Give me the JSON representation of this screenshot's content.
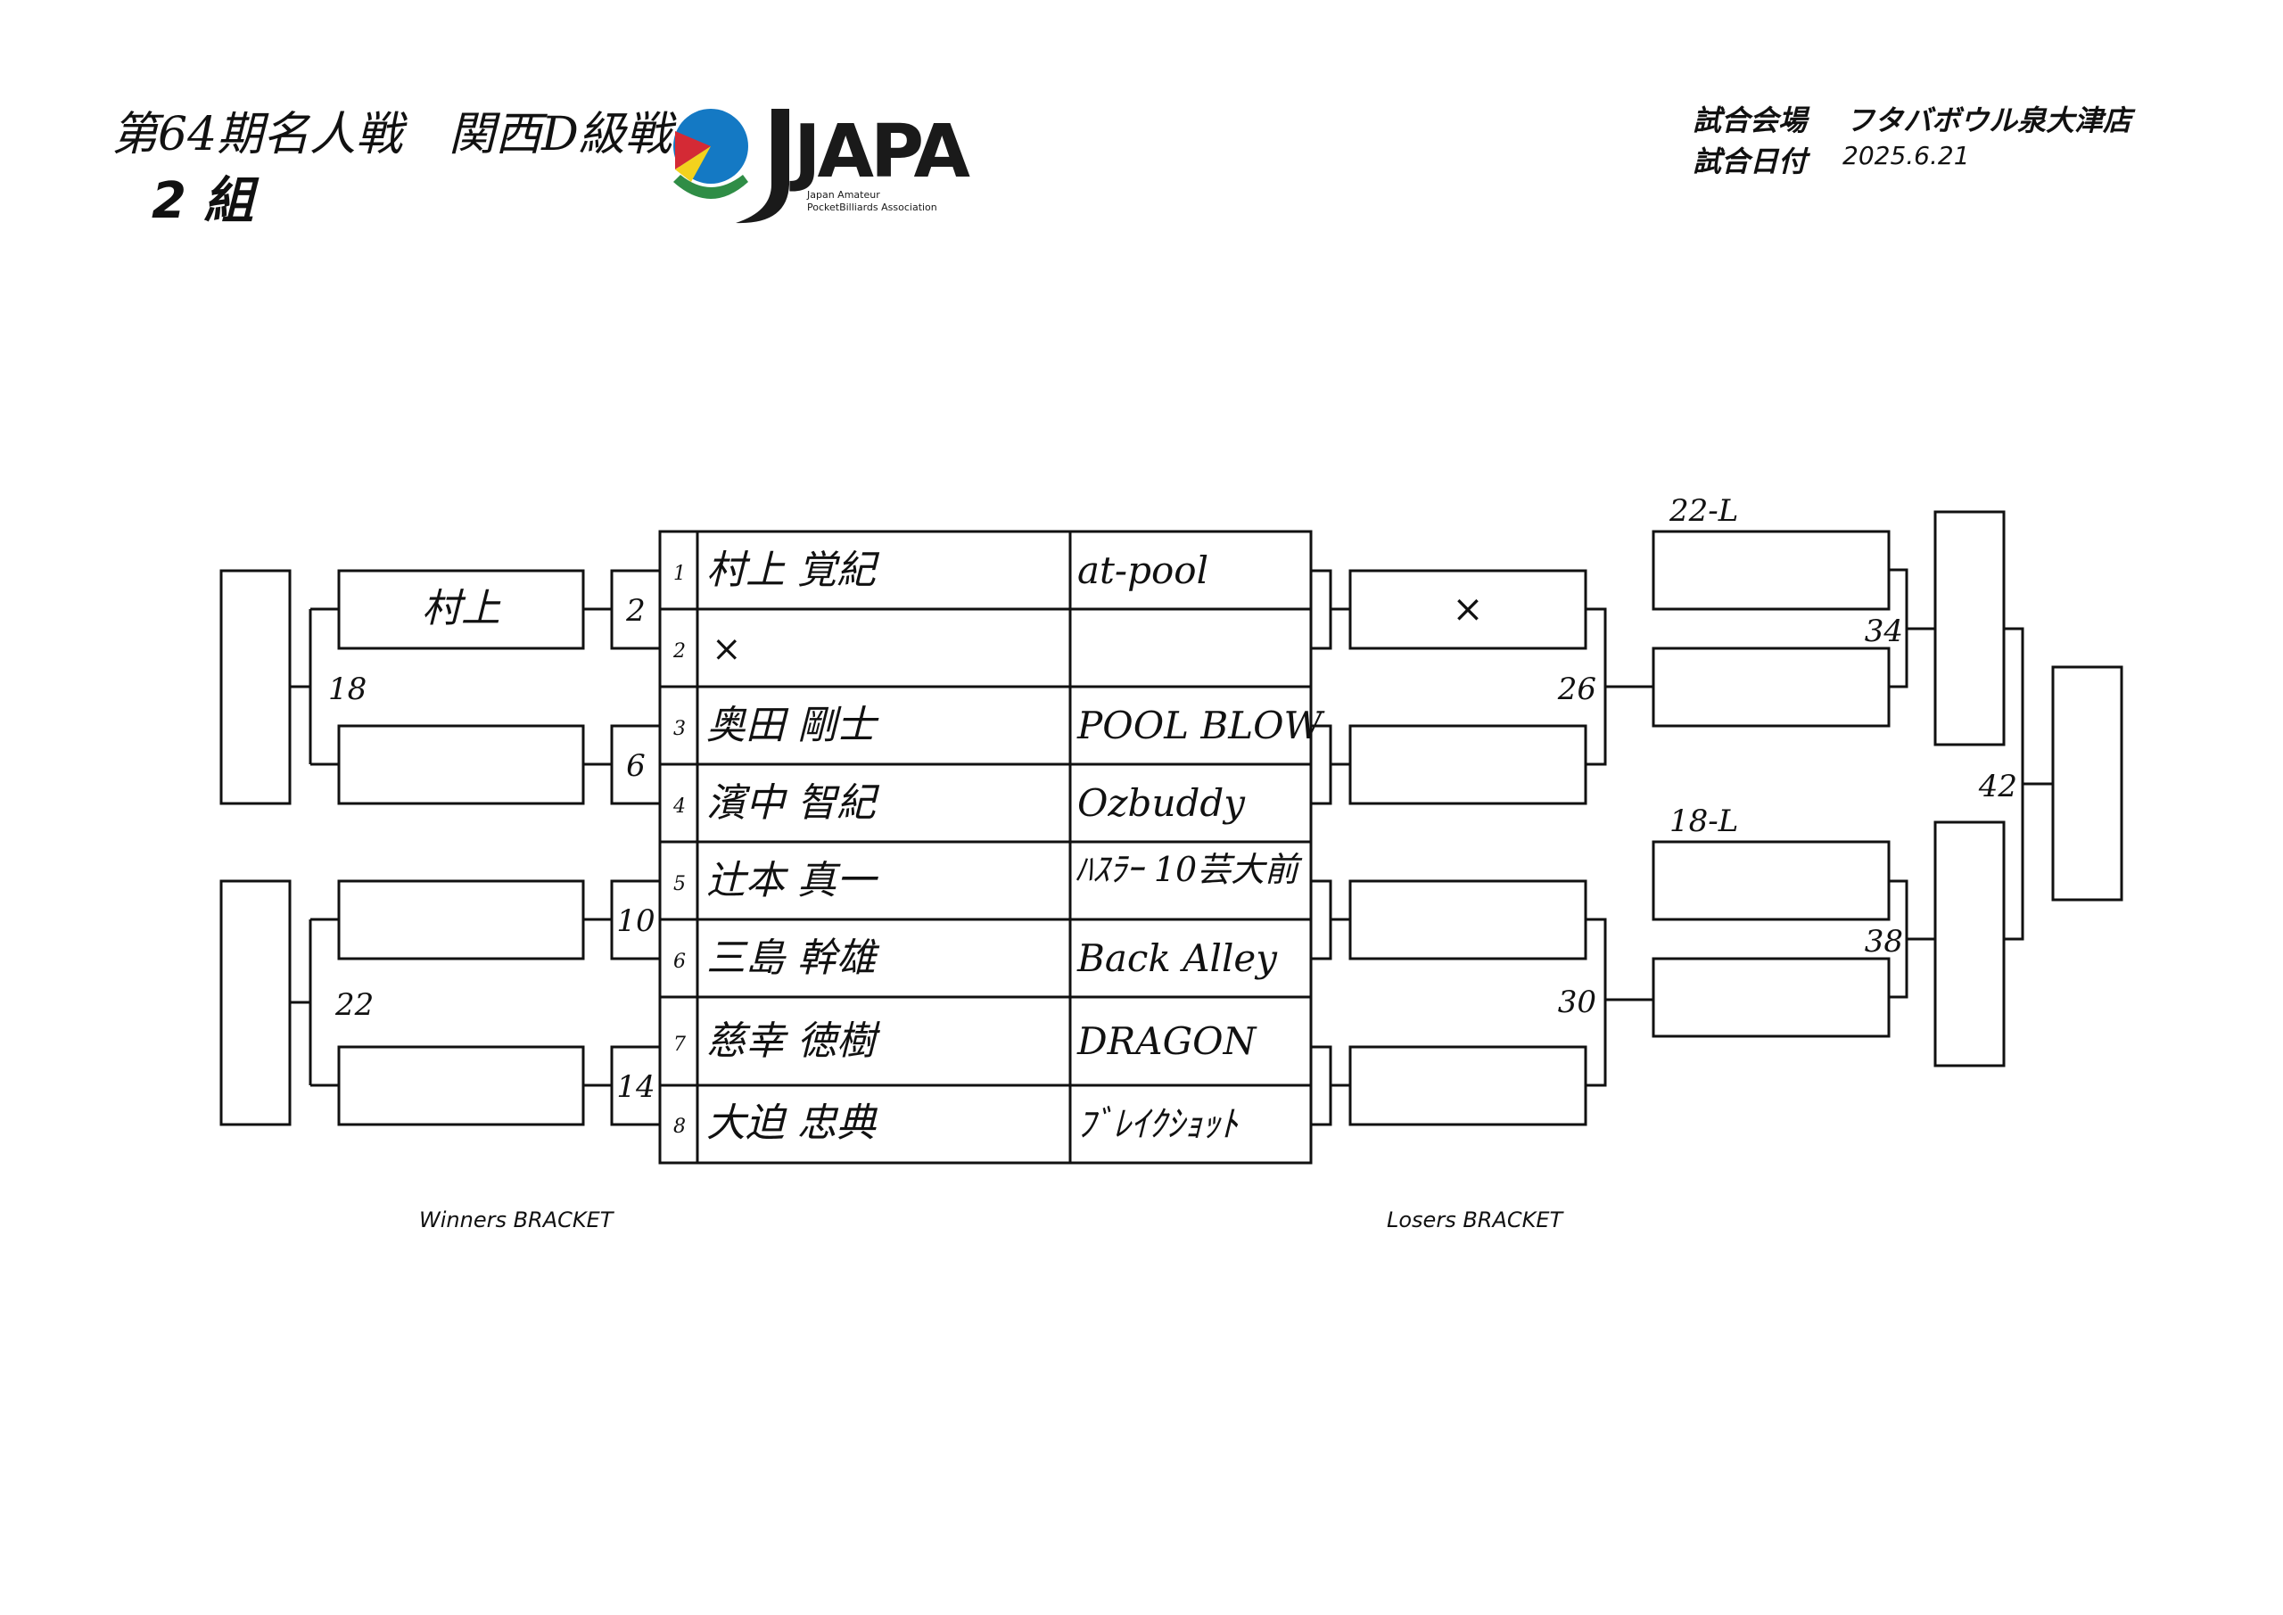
{
  "header": {
    "title": "第64期名人戦　関西D級戦",
    "group": "2 組",
    "venue_label": "試合会場",
    "venue": "フタバボウル泉大津店",
    "date_label": "試合日付",
    "date": "2025.6.21"
  },
  "logo": {
    "wordmark": "JAPA",
    "line1": "Japan Amateur",
    "line2": "PocketBilliards Association",
    "colors": {
      "blue": "#1479c4",
      "red": "#d42a35",
      "yellow": "#f3d21d",
      "green": "#2f8d46",
      "dark": "#1a1a1a"
    }
  },
  "players": [
    {
      "seed": "1",
      "name": "村上 覚紀",
      "team": "at-pool"
    },
    {
      "seed": "2",
      "name": "×",
      "team": ""
    },
    {
      "seed": "3",
      "name": "奥田 剛士",
      "team": "POOL BLOW"
    },
    {
      "seed": "4",
      "name": "濱中 智紀",
      "team": "Ozbuddy"
    },
    {
      "seed": "5",
      "name": "辻本 真一",
      "team": "ﾊｽﾗｰ 10芸大前"
    },
    {
      "seed": "6",
      "name": "三島 幹雄",
      "team": "Back Alley"
    },
    {
      "seed": "7",
      "name": "慈幸 徳樹",
      "team": "DRAGON"
    },
    {
      "seed": "8",
      "name": "大迫 忠典",
      "team": "ﾌﾞﾚｲｸｼｮｯﾄ"
    }
  ],
  "winners": {
    "r1_matches": [
      "2",
      "6",
      "10",
      "14"
    ],
    "r1_results": [
      "村上",
      "",
      "",
      ""
    ],
    "r2_matches": [
      "18",
      "22"
    ]
  },
  "losers": {
    "r1_results": [
      "×",
      "",
      "",
      ""
    ],
    "r1_matches": [
      "26",
      "30"
    ],
    "drop_labels": [
      "22-L",
      "18-L"
    ],
    "r2_matches": [
      "34",
      "38"
    ],
    "final_match": "42"
  },
  "footer": {
    "winners": "Winners BRACKET",
    "losers": "Losers BRACKET"
  }
}
